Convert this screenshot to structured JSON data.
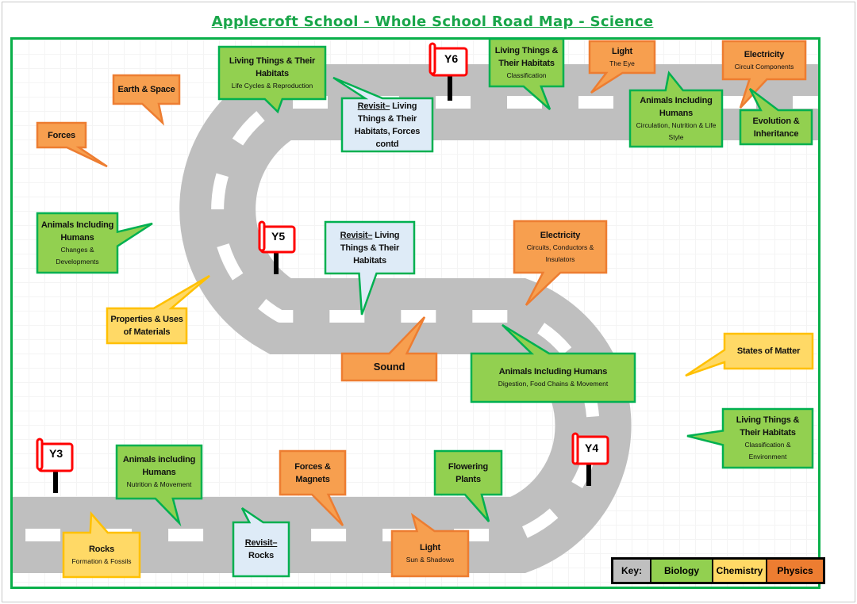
{
  "title": "Applecroft School - Whole School Road Map - Science",
  "colors": {
    "biology": "#92d050",
    "biology_border": "#00b050",
    "chemistry": "#ffd966",
    "chemistry_border": "#ffc000",
    "physics": "#f79f4f",
    "physics_border": "#ed7d31",
    "revisit": "#deebf7",
    "revisit_border": "#00b050",
    "road": "#bfbfbf",
    "frame": "#00b050",
    "flag": "#ff0000"
  },
  "year_flags": [
    {
      "label": "Y3"
    },
    {
      "label": "Y4"
    },
    {
      "label": "Y5"
    },
    {
      "label": "Y6"
    }
  ],
  "topics": {
    "earth_space": {
      "title": "Earth & Space",
      "subject": "physics"
    },
    "forces": {
      "title": "Forces",
      "subject": "physics"
    },
    "lt_life_cycles": {
      "title": "Living Things & Their Habitats",
      "sub": "Life Cycles & Reproduction",
      "subject": "biology"
    },
    "revisit_lt_forces": {
      "prefix": "Revisit–",
      "title": "Living Things & Their Habitats, Forces contd",
      "subject": "revisit"
    },
    "lt_classification": {
      "title": "Living Things & Their Habitats",
      "sub": "Classification",
      "subject": "biology"
    },
    "light_eye": {
      "title": "Light",
      "sub": "The Eye",
      "subject": "physics"
    },
    "electricity_components": {
      "title": "Electricity",
      "sub": "Circuit Components",
      "subject": "physics"
    },
    "aih_circulation": {
      "title": "Animals Including Humans",
      "sub": "Circulation, Nutrition & Life Style",
      "subject": "biology"
    },
    "evolution": {
      "title": "Evolution & Inheritance",
      "subject": "biology"
    },
    "aih_changes": {
      "title": "Animals Including Humans",
      "sub": "Changes & Developments",
      "subject": "biology"
    },
    "properties_materials": {
      "title": "Properties & Uses of Materials",
      "subject": "chemistry"
    },
    "revisit_lt": {
      "prefix": "Revisit–",
      "title": "Living Things & Their Habitats",
      "subject": "revisit"
    },
    "electricity_circuits": {
      "title": "Electricity",
      "sub": "Circuits, Conductors & Insulators",
      "subject": "physics"
    },
    "sound": {
      "title": "Sound",
      "subject": "physics"
    },
    "aih_digestion": {
      "title": "Animals Including Humans",
      "sub": "Digestion, Food Chains & Movement",
      "subject": "biology"
    },
    "states_matter": {
      "title": "States of Matter",
      "subject": "chemistry"
    },
    "lt_environment": {
      "title": "Living Things & Their Habitats",
      "sub": "Classification & Environment",
      "subject": "biology"
    },
    "aih_nutrition": {
      "title": "Animals including Humans",
      "sub": "Nutrition & Movement",
      "subject": "biology"
    },
    "forces_magnets": {
      "title": "Forces & Magnets",
      "subject": "physics"
    },
    "flowering_plants": {
      "title": "Flowering Plants",
      "subject": "biology"
    },
    "rocks": {
      "title": "Rocks",
      "sub": "Formation & Fossils",
      "subject": "chemistry"
    },
    "revisit_rocks": {
      "prefix": "Revisit–",
      "title": "Rocks",
      "subject": "revisit"
    },
    "light_shadows": {
      "title": "Light",
      "sub": "Sun & Shadows",
      "subject": "physics"
    }
  },
  "key": {
    "label": "Key:",
    "items": [
      {
        "label": "Biology"
      },
      {
        "label": "Chemistry"
      },
      {
        "label": "Physics"
      }
    ]
  }
}
